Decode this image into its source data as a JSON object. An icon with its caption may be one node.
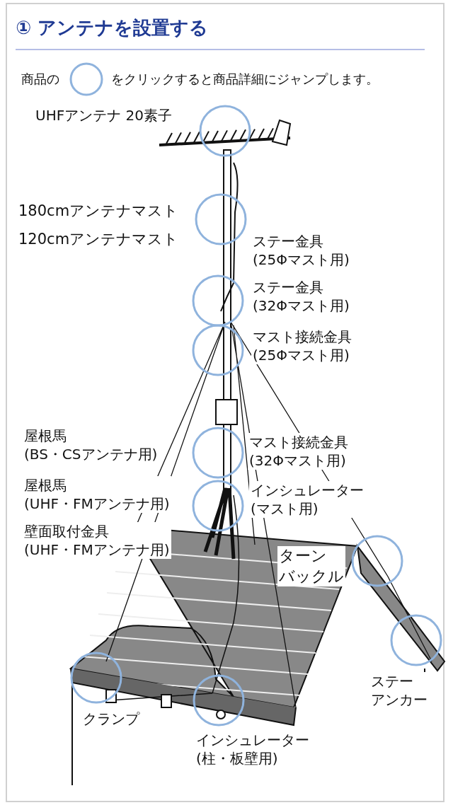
{
  "diagram": {
    "title": "① アンテナを設置する",
    "labels": [
      "商品の",
      "をクリックすると商品詳細にジャンプします。",
      "UHFアンテナ 20素子",
      "180cmアンテナマスト",
      "120cmアンテナマスト",
      "ステー金具(25Φマスト用)",
      "ステー金具(32Φマスト用)",
      "マスト接続金具(25Φマスト用)",
      "屋根馬(BS・CSアンテナ用)",
      "マスト接続金具(32Φマスト用)",
      "屋根馬(UHF・FMアンテナ用)",
      "インシュレーター(マスト用)",
      "壁面取付金具(UHF・FMアンテナ用)",
      "ターンバックル",
      "ステーアンカー",
      "クランプ",
      "インシュレーター(柱・板壁用)"
    ]
  }
}
